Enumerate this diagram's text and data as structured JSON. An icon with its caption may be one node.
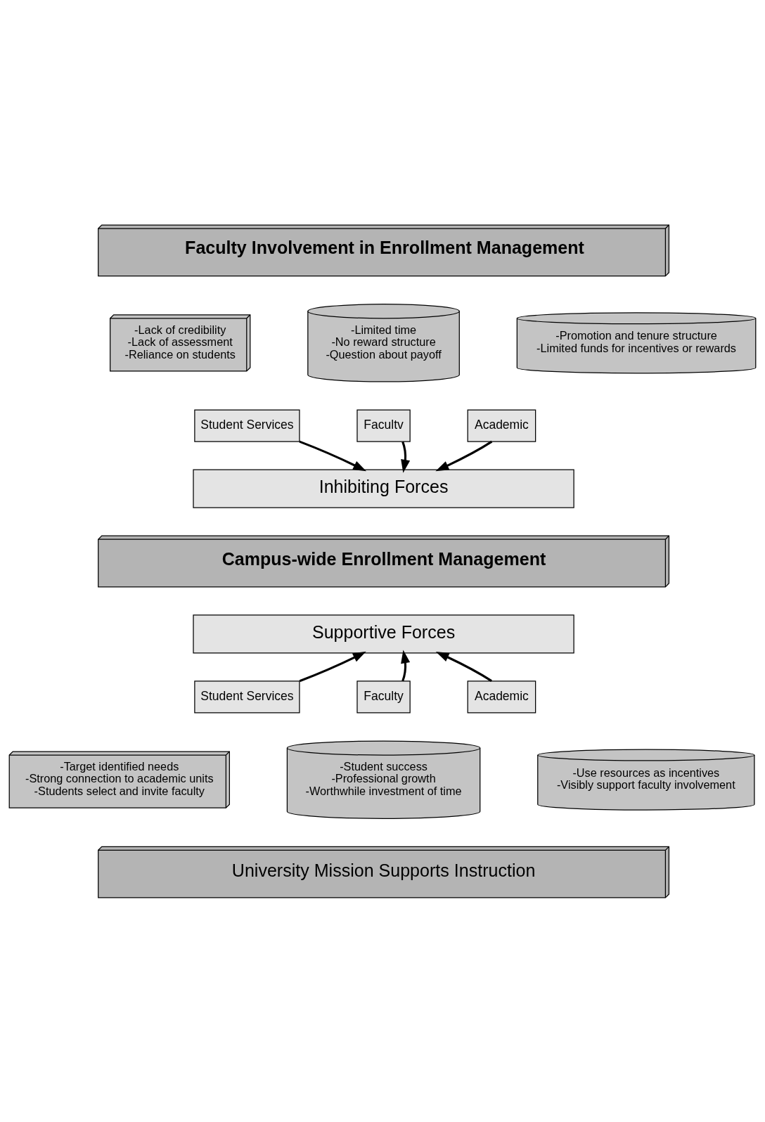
{
  "diagram": {
    "nodes": [
      {
        "text": [
          "Faculty Involvement in Enrollment Management"
        ]
      },
      {
        "text": [
          "-Lack of credibility",
          "-Lack of assessment",
          "-Reliance on students"
        ]
      },
      {
        "text": [
          "-Limited time",
          "-No reward structure",
          "-Question about payoff"
        ]
      },
      {
        "text": [
          "-Promotion and tenure structure",
          "-Limited funds for incentives or rewards"
        ]
      },
      {
        "text": [
          "Student Services"
        ]
      },
      {
        "text": [
          "Facultv"
        ]
      },
      {
        "text": [
          "Academic"
        ]
      },
      {
        "text": [
          "Inhibiting Forces"
        ]
      },
      {
        "text": [
          "Campus-wide Enrollment Management"
        ]
      },
      {
        "text": [
          "Supportive Forces"
        ]
      },
      {
        "text": [
          "Student Services"
        ]
      },
      {
        "text": [
          "Faculty"
        ]
      },
      {
        "text": [
          "Academic"
        ]
      },
      {
        "text": [
          "-Target identified needs",
          "-Strong connection to academic units",
          "-Students select and invite faculty"
        ]
      },
      {
        "text": [
          "-Student success",
          "-Professional growth",
          "-Worthwhile investment of time"
        ]
      },
      {
        "text": [
          "-Use resources as incentives",
          "-Visibly support faculty involvement"
        ]
      },
      {
        "text": [
          "University Mission Supports Instruction"
        ]
      }
    ],
    "edges": [
      {
        "from": 4,
        "to": 7,
        "arrow": "to"
      },
      {
        "from": 5,
        "to": 7,
        "arrow": "to"
      },
      {
        "from": 6,
        "to": 7,
        "arrow": "to"
      },
      {
        "from": 10,
        "to": 9,
        "arrow": "to"
      },
      {
        "from": 11,
        "to": 9,
        "arrow": "to"
      },
      {
        "from": 12,
        "to": 9,
        "arrow": "to"
      }
    ]
  }
}
